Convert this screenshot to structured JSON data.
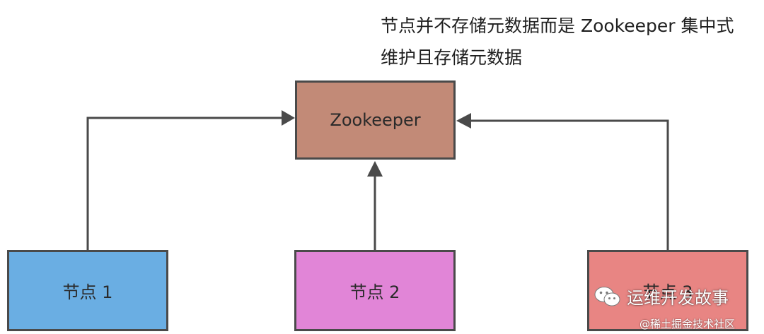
{
  "caption": {
    "line1": "节点并不存储元数据而是 Zookeeper 集中式",
    "line2": "维护且存储元数据"
  },
  "boxes": {
    "zookeeper": "Zookeeper",
    "node1": "节点 1",
    "node2": "节点 2",
    "node3": "节点 3"
  },
  "colors": {
    "zookeeper": "#c28a77",
    "node1": "#6aaee3",
    "node2": "#e185d7",
    "node3": "#e88583",
    "border": "#4a4a4a"
  },
  "watermark": {
    "channel": "运维开发故事",
    "source": "@稀土掘金技术社区",
    "icon": "wechat-icon"
  }
}
